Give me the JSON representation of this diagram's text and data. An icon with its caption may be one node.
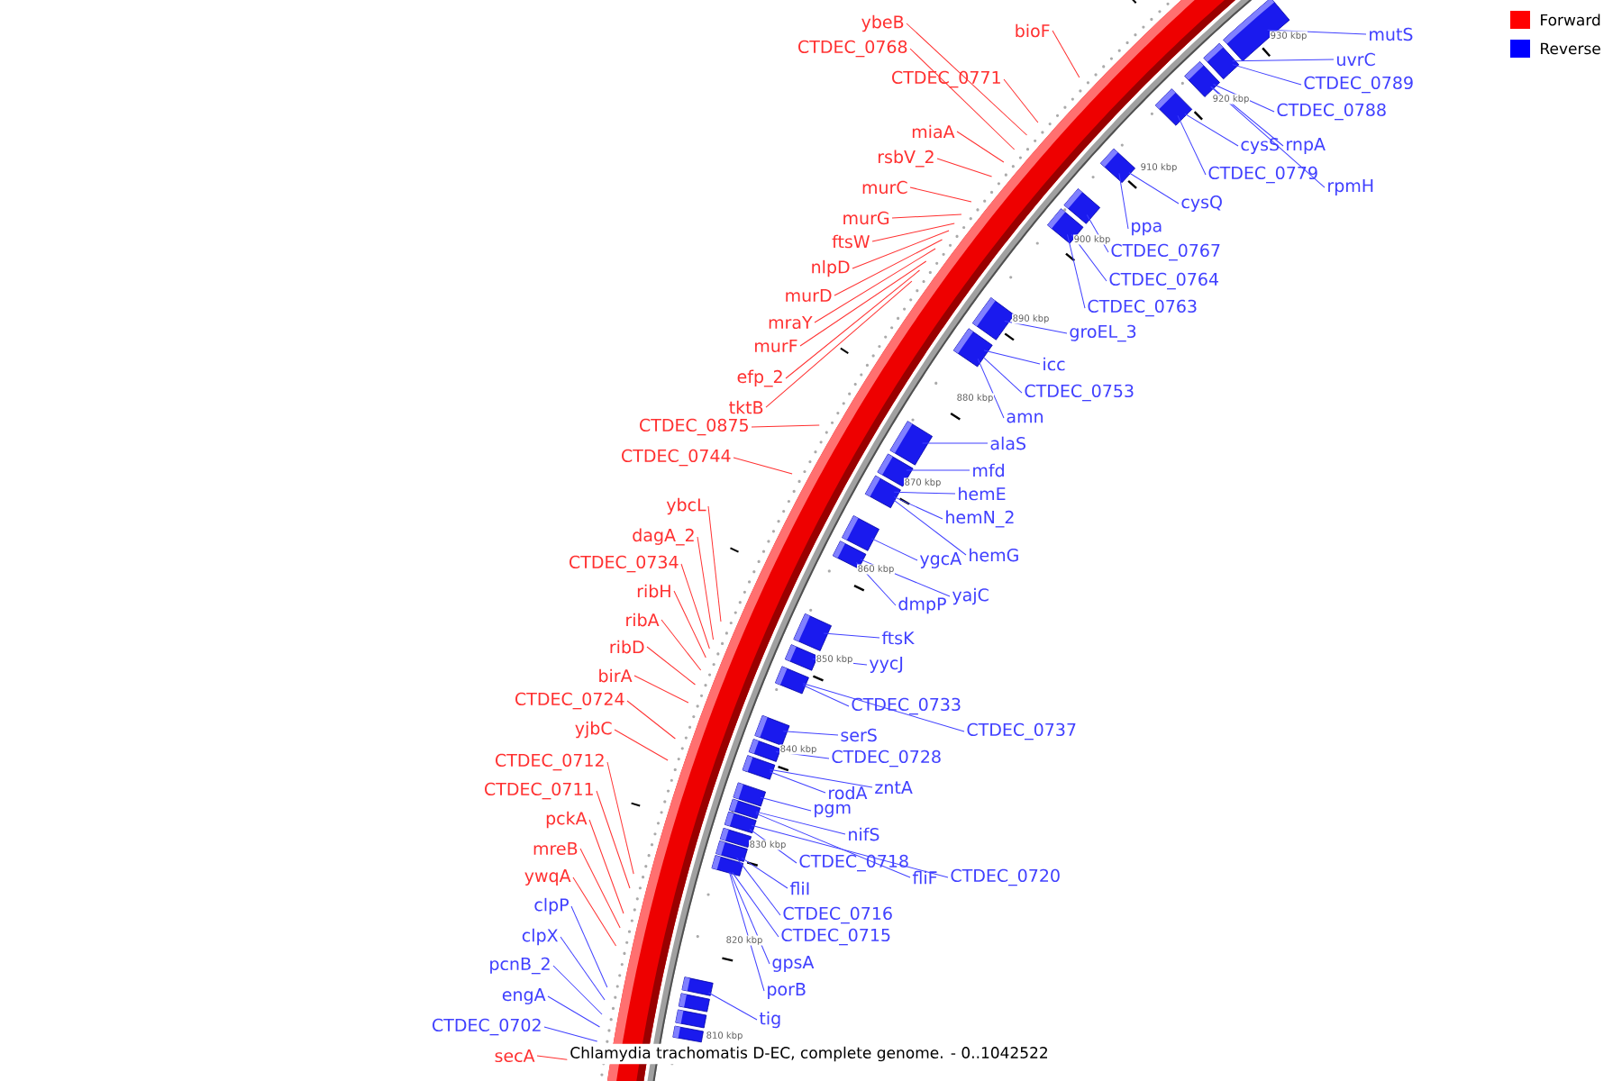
{
  "diagram": {
    "caption": "Chlamydia trachomatis D-EC, complete genome. - 0..1042522",
    "nodes": [
      {
        "text": [
          "ybeB"
        ]
      },
      {
        "text": [
          "CTDEC_0768"
        ]
      },
      {
        "text": [
          "CTDEC_0771"
        ]
      },
      {
        "text": [
          "bioF"
        ]
      },
      {
        "text": [
          "miaA"
        ]
      },
      {
        "text": [
          "rsbV_2"
        ]
      },
      {
        "text": [
          "murC"
        ]
      },
      {
        "text": [
          "murG"
        ]
      },
      {
        "text": [
          "ftsW"
        ]
      },
      {
        "text": [
          "nlpD"
        ]
      },
      {
        "text": [
          "murD"
        ]
      },
      {
        "text": [
          "mraY"
        ]
      },
      {
        "text": [
          "murF"
        ]
      },
      {
        "text": [
          "efp_2"
        ]
      },
      {
        "text": [
          "tktB"
        ]
      },
      {
        "text": [
          "CTDEC_0875"
        ]
      },
      {
        "text": [
          "CTDEC_0744"
        ]
      },
      {
        "text": [
          "ybcL"
        ]
      },
      {
        "text": [
          "dagA_2"
        ]
      },
      {
        "text": [
          "CTDEC_0734"
        ]
      },
      {
        "text": [
          "ribH"
        ]
      },
      {
        "text": [
          "ribA"
        ]
      },
      {
        "text": [
          "ribD"
        ]
      },
      {
        "text": [
          "birA"
        ]
      },
      {
        "text": [
          "CTDEC_0724"
        ]
      },
      {
        "text": [
          "yjbC"
        ]
      },
      {
        "text": [
          "CTDEC_0712"
        ]
      },
      {
        "text": [
          "CTDEC_0711"
        ]
      },
      {
        "text": [
          "pckA"
        ]
      },
      {
        "text": [
          "mreB"
        ]
      },
      {
        "text": [
          "ywqA"
        ]
      },
      {
        "text": [
          "clpP"
        ]
      },
      {
        "text": [
          "clpX"
        ]
      },
      {
        "text": [
          "pcnB_2"
        ]
      },
      {
        "text": [
          "engA"
        ]
      },
      {
        "text": [
          "CTDEC_0702"
        ]
      },
      {
        "text": [
          "secA"
        ]
      },
      {
        "text": [
          "mutS"
        ]
      },
      {
        "text": [
          "uvrC"
        ]
      },
      {
        "text": [
          "CTDEC_0789"
        ]
      },
      {
        "text": [
          "CTDEC_0788"
        ]
      },
      {
        "text": [
          "cysS"
        ]
      },
      {
        "text": [
          "rnpA"
        ]
      },
      {
        "text": [
          "rpmH"
        ]
      },
      {
        "text": [
          "CTDEC_0779"
        ]
      },
      {
        "text": [
          "cysQ"
        ]
      },
      {
        "text": [
          "ppa"
        ]
      },
      {
        "text": [
          "CTDEC_0767"
        ]
      },
      {
        "text": [
          "CTDEC_0764"
        ]
      },
      {
        "text": [
          "CTDEC_0763"
        ]
      },
      {
        "text": [
          "groEL_3"
        ]
      },
      {
        "text": [
          "icc"
        ]
      },
      {
        "text": [
          "CTDEC_0753"
        ]
      },
      {
        "text": [
          "amn"
        ]
      },
      {
        "text": [
          "alaS"
        ]
      },
      {
        "text": [
          "mfd"
        ]
      },
      {
        "text": [
          "hemE"
        ]
      },
      {
        "text": [
          "hemN_2"
        ]
      },
      {
        "text": [
          "hemG"
        ]
      },
      {
        "text": [
          "ygcA"
        ]
      },
      {
        "text": [
          "yajC"
        ]
      },
      {
        "text": [
          "dmpP"
        ]
      },
      {
        "text": [
          "ftsK"
        ]
      },
      {
        "text": [
          "yycJ"
        ]
      },
      {
        "text": [
          "CTDEC_0733"
        ]
      },
      {
        "text": [
          "CTDEC_0737"
        ]
      },
      {
        "text": [
          "serS"
        ]
      },
      {
        "text": [
          "CTDEC_0728"
        ]
      },
      {
        "text": [
          "rodA"
        ]
      },
      {
        "text": [
          "zntA"
        ]
      },
      {
        "text": [
          "pgm"
        ]
      },
      {
        "text": [
          "nifS"
        ]
      },
      {
        "text": [
          "CTDEC_0718"
        ]
      },
      {
        "text": [
          "fliF"
        ]
      },
      {
        "text": [
          "CTDEC_0720"
        ]
      },
      {
        "text": [
          "fliI"
        ]
      },
      {
        "text": [
          "CTDEC_0716"
        ]
      },
      {
        "text": [
          "CTDEC_0715"
        ]
      },
      {
        "text": [
          "gpsA"
        ]
      },
      {
        "text": [
          "porB"
        ]
      },
      {
        "text": [
          "tig"
        ]
      },
      {
        "text": [],
        "shape": "bar"
      },
      {
        "text": [],
        "shape": "bar"
      },
      {
        "text": [],
        "shape": "bar"
      },
      {
        "text": [],
        "shape": "bar"
      },
      {
        "text": [],
        "shape": "bar"
      },
      {
        "text": [],
        "shape": "bar"
      },
      {
        "text": [],
        "shape": "bar"
      },
      {
        "text": [],
        "shape": "bar"
      },
      {
        "text": [],
        "shape": "bar"
      },
      {
        "text": [],
        "shape": "bar"
      },
      {
        "text": [],
        "shape": "bar"
      },
      {
        "text": [],
        "shape": "bar"
      },
      {
        "text": [],
        "shape": "bar"
      },
      {
        "text": [],
        "shape": "bar"
      },
      {
        "text": [],
        "shape": "bar"
      },
      {
        "text": [],
        "shape": "bar"
      },
      {
        "text": [],
        "shape": "bar"
      },
      {
        "text": [],
        "shape": "bar"
      },
      {
        "text": [],
        "shape": "bar"
      },
      {
        "text": [],
        "shape": "bar"
      },
      {
        "text": [],
        "shape": "bar"
      },
      {
        "text": [],
        "shape": "bar"
      },
      {
        "text": [],
        "shape": "bar"
      },
      {
        "text": [],
        "shape": "bar"
      },
      {
        "text": [],
        "shape": "bar"
      },
      {
        "text": [],
        "shape": "bar"
      },
      {
        "text": [],
        "shape": "bar"
      },
      {
        "text": [],
        "shape": "bar"
      },
      {
        "text": [],
        "shape": "bar"
      },
      {
        "text": [],
        "shape": "bar"
      }
    ],
    "edges": [
      {
        "from": 0,
        "to": null,
        "arrow": "none",
        "color": "#ff3030"
      },
      {
        "from": 1,
        "to": null,
        "arrow": "none",
        "color": "#ff3030"
      },
      {
        "from": 2,
        "to": null,
        "arrow": "none",
        "color": "#ff3030"
      },
      {
        "from": 3,
        "to": null,
        "arrow": "none",
        "color": "#ff3030"
      },
      {
        "from": 4,
        "to": null,
        "arrow": "none",
        "color": "#ff3030"
      },
      {
        "from": 5,
        "to": null,
        "arrow": "none",
        "color": "#ff3030"
      },
      {
        "from": 6,
        "to": null,
        "arrow": "none",
        "color": "#ff3030"
      },
      {
        "from": 7,
        "to": null,
        "arrow": "none",
        "color": "#ff3030"
      },
      {
        "from": 8,
        "to": null,
        "arrow": "none",
        "color": "#ff3030"
      },
      {
        "from": 9,
        "to": null,
        "arrow": "none",
        "color": "#ff3030"
      },
      {
        "from": 10,
        "to": null,
        "arrow": "none",
        "color": "#ff3030"
      },
      {
        "from": 11,
        "to": null,
        "arrow": "none",
        "color": "#ff3030"
      },
      {
        "from": 12,
        "to": null,
        "arrow": "none",
        "color": "#ff3030"
      },
      {
        "from": 13,
        "to": null,
        "arrow": "none",
        "color": "#ff3030"
      },
      {
        "from": 14,
        "to": null,
        "arrow": "none",
        "color": "#ff3030"
      },
      {
        "from": 15,
        "to": null,
        "arrow": "none",
        "color": "#ff3030"
      },
      {
        "from": 16,
        "to": null,
        "arrow": "none",
        "color": "#ff3030"
      },
      {
        "from": 17,
        "to": null,
        "arrow": "none",
        "color": "#ff3030"
      },
      {
        "from": 18,
        "to": null,
        "arrow": "none",
        "color": "#ff3030"
      },
      {
        "from": 19,
        "to": null,
        "arrow": "none",
        "color": "#ff3030"
      },
      {
        "from": 20,
        "to": null,
        "arrow": "none",
        "color": "#ff3030"
      },
      {
        "from": 21,
        "to": null,
        "arrow": "none",
        "color": "#ff3030"
      },
      {
        "from": 22,
        "to": null,
        "arrow": "none",
        "color": "#ff3030"
      },
      {
        "from": 23,
        "to": null,
        "arrow": "none",
        "color": "#ff3030"
      },
      {
        "from": 24,
        "to": null,
        "arrow": "none",
        "color": "#ff3030"
      },
      {
        "from": 25,
        "to": null,
        "arrow": "none",
        "color": "#ff3030"
      },
      {
        "from": 26,
        "to": null,
        "arrow": "none",
        "color": "#ff3030"
      },
      {
        "from": 27,
        "to": null,
        "arrow": "none",
        "color": "#ff3030"
      },
      {
        "from": 28,
        "to": null,
        "arrow": "none",
        "color": "#ff3030"
      },
      {
        "from": 29,
        "to": null,
        "arrow": "none",
        "color": "#ff3030"
      },
      {
        "from": 30,
        "to": null,
        "arrow": "none",
        "color": "#ff3030"
      },
      {
        "from": 31,
        "to": null,
        "arrow": "none"
      },
      {
        "from": 32,
        "to": null,
        "arrow": "none"
      },
      {
        "from": 33,
        "to": null,
        "arrow": "none"
      },
      {
        "from": 34,
        "to": null,
        "arrow": "none"
      },
      {
        "from": 35,
        "to": null,
        "arrow": "none"
      },
      {
        "from": 36,
        "to": null,
        "arrow": "none",
        "color": "#ff3030"
      },
      {
        "from": 37,
        "to": 81,
        "arrow": "none"
      },
      {
        "from": 38,
        "to": 82,
        "arrow": "none"
      },
      {
        "from": 39,
        "to": 82,
        "arrow": "none"
      },
      {
        "from": 40,
        "to": 83,
        "arrow": "none"
      },
      {
        "from": 41,
        "to": 84,
        "arrow": "none"
      },
      {
        "from": 42,
        "to": 83,
        "arrow": "none"
      },
      {
        "from": 43,
        "to": 83,
        "arrow": "none"
      },
      {
        "from": 44,
        "to": 84,
        "arrow": "none"
      },
      {
        "from": 45,
        "to": 85,
        "arrow": "none"
      },
      {
        "from": 46,
        "to": 85,
        "arrow": "none"
      },
      {
        "from": 47,
        "to": 86,
        "arrow": "none"
      },
      {
        "from": 48,
        "to": 87,
        "arrow": "none"
      },
      {
        "from": 49,
        "to": 87,
        "arrow": "none"
      },
      {
        "from": 50,
        "to": 88,
        "arrow": "none"
      },
      {
        "from": 51,
        "to": 89,
        "arrow": "none"
      },
      {
        "from": 52,
        "to": 89,
        "arrow": "none"
      },
      {
        "from": 53,
        "to": 89,
        "arrow": "none"
      },
      {
        "from": 54,
        "to": 90,
        "arrow": "none"
      },
      {
        "from": 55,
        "to": 91,
        "arrow": "none"
      },
      {
        "from": 56,
        "to": 92,
        "arrow": "none"
      },
      {
        "from": 57,
        "to": 92,
        "arrow": "none"
      },
      {
        "from": 58,
        "to": 92,
        "arrow": "none"
      },
      {
        "from": 59,
        "to": 93,
        "arrow": "none"
      },
      {
        "from": 60,
        "to": 94,
        "arrow": "none"
      },
      {
        "from": 61,
        "to": 94,
        "arrow": "none"
      },
      {
        "from": 62,
        "to": 95,
        "arrow": "none"
      },
      {
        "from": 63,
        "to": 96,
        "arrow": "none"
      },
      {
        "from": 64,
        "to": 97,
        "arrow": "none"
      },
      {
        "from": 65,
        "to": 97,
        "arrow": "none"
      },
      {
        "from": 66,
        "to": 98,
        "arrow": "none"
      },
      {
        "from": 67,
        "to": 99,
        "arrow": "none"
      },
      {
        "from": 68,
        "to": 100,
        "arrow": "none"
      },
      {
        "from": 69,
        "to": 100,
        "arrow": "none"
      },
      {
        "from": 70,
        "to": 101,
        "arrow": "none"
      },
      {
        "from": 71,
        "to": 102,
        "arrow": "none"
      },
      {
        "from": 72,
        "to": 103,
        "arrow": "none"
      },
      {
        "from": 73,
        "to": 102,
        "arrow": "none"
      },
      {
        "from": 74,
        "to": 103,
        "arrow": "none"
      },
      {
        "from": 75,
        "to": 105,
        "arrow": "none"
      },
      {
        "from": 76,
        "to": 105,
        "arrow": "none"
      },
      {
        "from": 77,
        "to": 106,
        "arrow": "none"
      },
      {
        "from": 78,
        "to": 106,
        "arrow": "none"
      },
      {
        "from": 79,
        "to": 106,
        "arrow": "none"
      },
      {
        "from": 80,
        "to": 107,
        "arrow": "none"
      }
    ],
    "labels": [
      "930 kbp",
      "920 kbp",
      "910 kbp",
      "900 kbp",
      "890 kbp",
      "880 kbp",
      "870 kbp",
      "860 kbp",
      "850 kbp",
      "840 kbp",
      "830 kbp",
      "820 kbp",
      "810 kbp"
    ],
    "legend": [
      {
        "text": "Forward",
        "color": "#ff0000"
      },
      {
        "text": "Reverse",
        "color": "#0000ff"
      }
    ]
  }
}
